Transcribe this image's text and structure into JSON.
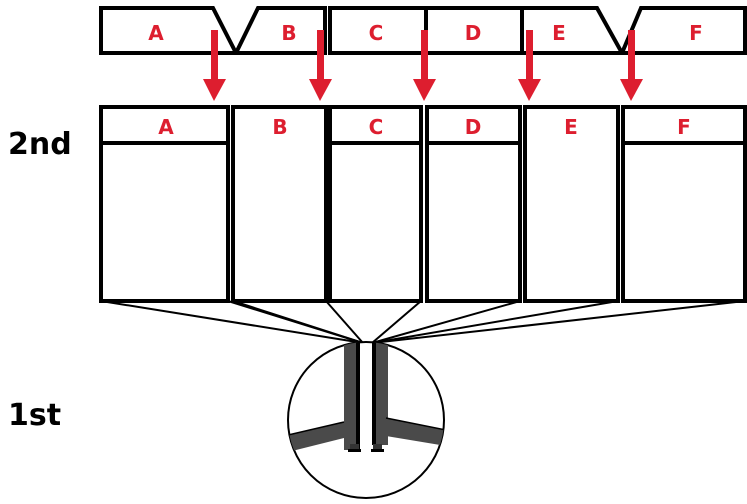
{
  "colors": {
    "outline": "#000000",
    "label": "#dd1e2f",
    "arrow": "#dd1e2f",
    "bracket": "#4a4a4a",
    "background": "#ffffff"
  },
  "row_labels": {
    "second": "2nd",
    "first": "1st"
  },
  "top_row": {
    "segments": [
      {
        "label": "A"
      },
      {
        "label": "B"
      },
      {
        "label": "C"
      },
      {
        "label": "D"
      },
      {
        "label": "E"
      },
      {
        "label": "F"
      }
    ]
  },
  "panels": {
    "items": [
      {
        "label": "A"
      },
      {
        "label": "B"
      },
      {
        "label": "C"
      },
      {
        "label": "D"
      },
      {
        "label": "E"
      },
      {
        "label": "F"
      }
    ]
  },
  "detail": {
    "icon": "bracket-detail-icon"
  }
}
